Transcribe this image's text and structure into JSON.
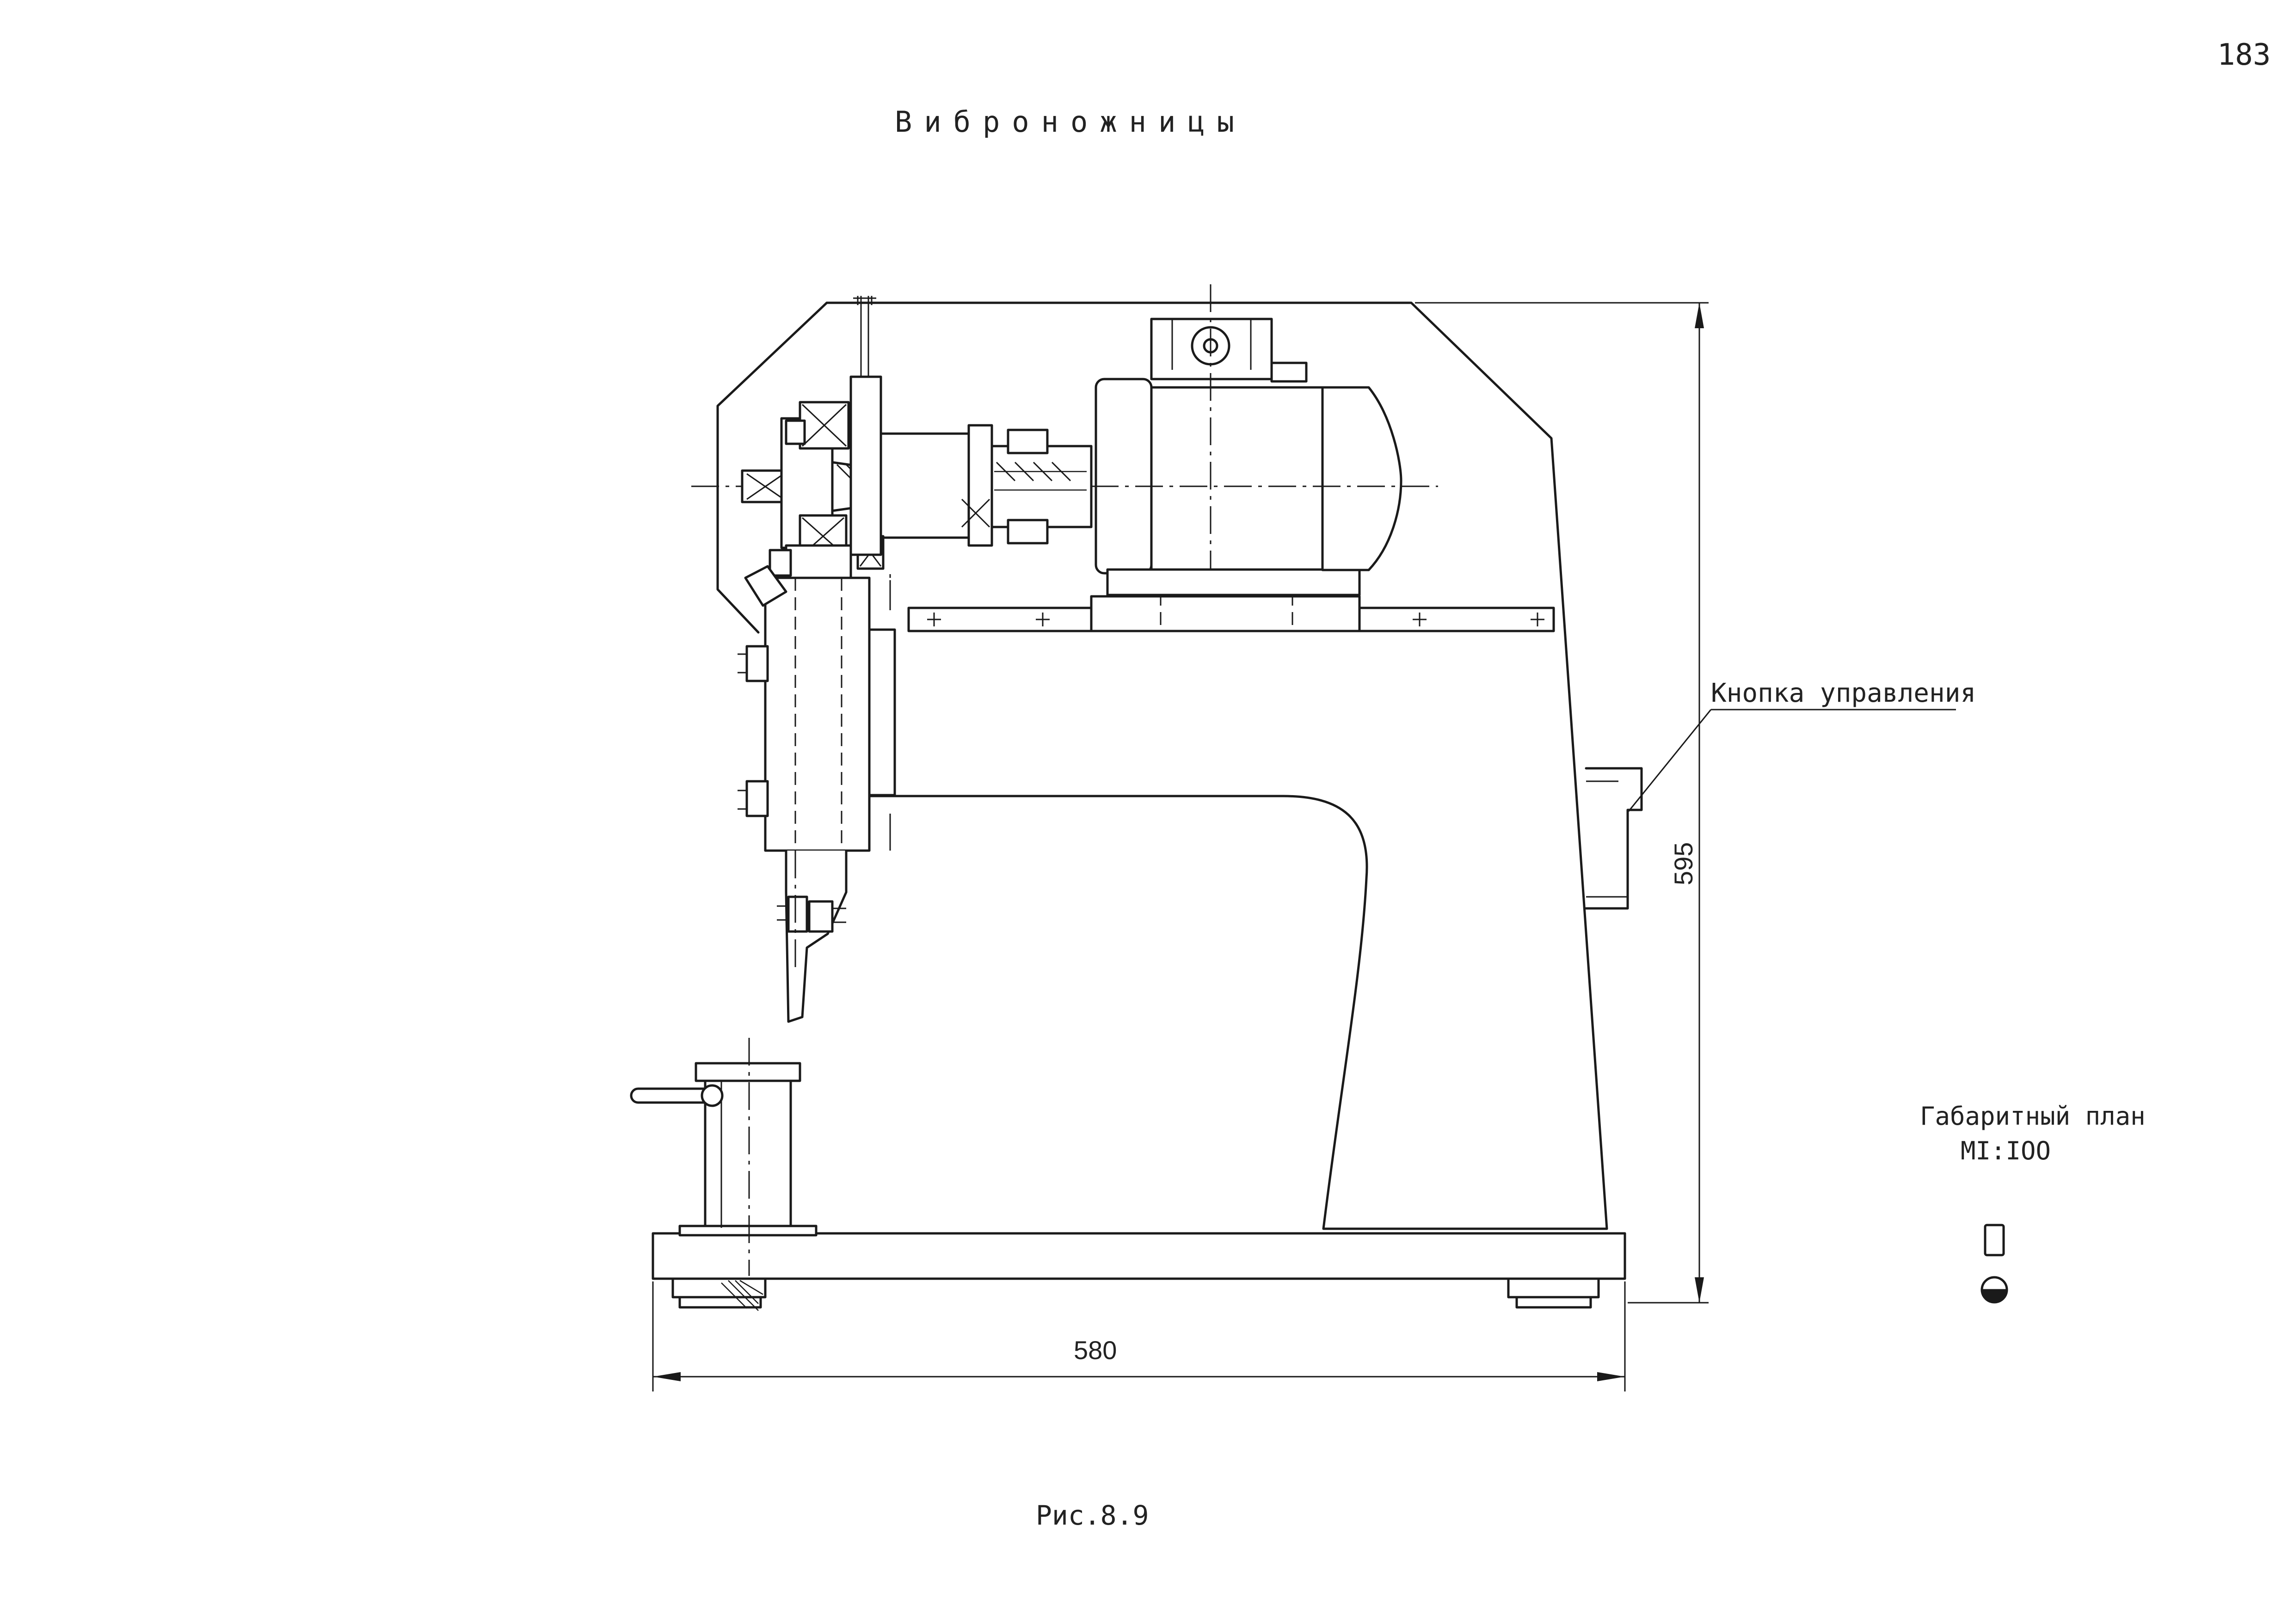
{
  "page": {
    "number": "183",
    "title": "Виброножницы",
    "caption": "Рис.8.9"
  },
  "labels": {
    "control_button": "Кнопка управления",
    "plan_title": "Габаритный план",
    "plan_scale": "МI:IOO"
  },
  "dimensions": {
    "height": "595",
    "width": "580"
  }
}
